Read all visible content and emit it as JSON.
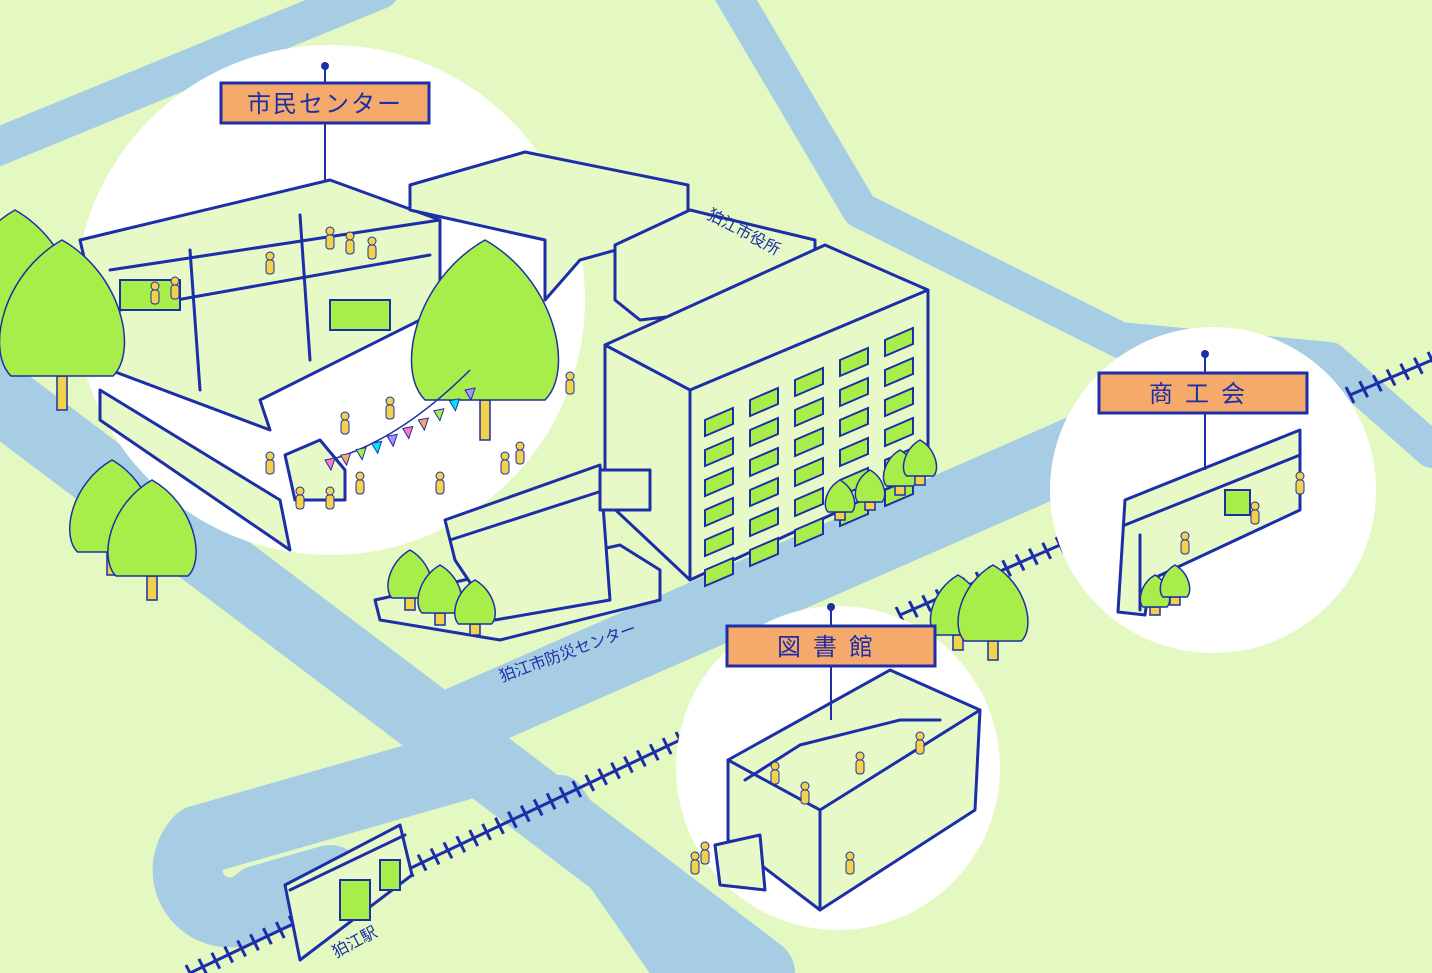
{
  "map": {
    "title_labels": {
      "civic_center": "市民センター",
      "commerce": "商工会",
      "library": "図書館"
    },
    "place_labels": {
      "city_hall": "狛江市役所",
      "disaster_center": "狛江市防災センター",
      "station": "狛江駅"
    },
    "colors": {
      "ground": "#e3f9c1",
      "road": "#a6cde3",
      "ink": "#1c2fa8",
      "label": "#f5a96a",
      "window": "#a8ee4a",
      "tree_highlight": "#00e5ff"
    }
  }
}
